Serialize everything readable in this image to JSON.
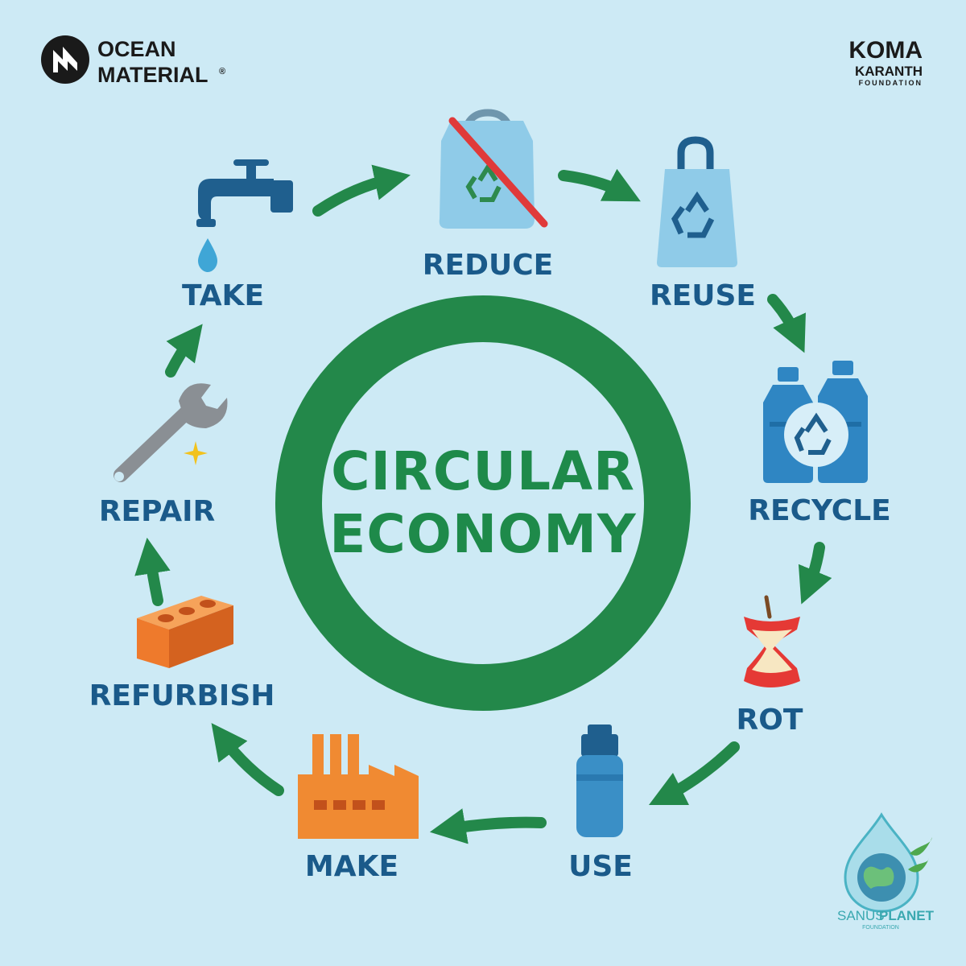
{
  "center": {
    "line1": "CIRCULAR",
    "line2": "ECONOMY"
  },
  "stages": {
    "take": "TAKE",
    "reduce": "REDUCE",
    "reuse": "REUSE",
    "recycle": "RECYCLE",
    "rot": "ROT",
    "use": "USE",
    "make": "MAKE",
    "refurbish": "REFURBISH",
    "repair": "REPAIR"
  },
  "logos": {
    "ocean_line1": "OCEAN",
    "ocean_line2": "MATERIAL",
    "ocean_mark": "®",
    "koma_line1": "KOMA",
    "koma_line2": "KARANTH",
    "koma_line3": "FOUNDATION",
    "sanus_prefix": "SANUS",
    "sanus_suffix": "PLANET",
    "sanus_sub": "FOUNDATION"
  },
  "colors": {
    "background": "#cdeaf5",
    "label": "#1a5a8a",
    "ring": "#23884a",
    "arrow": "#23884a"
  }
}
